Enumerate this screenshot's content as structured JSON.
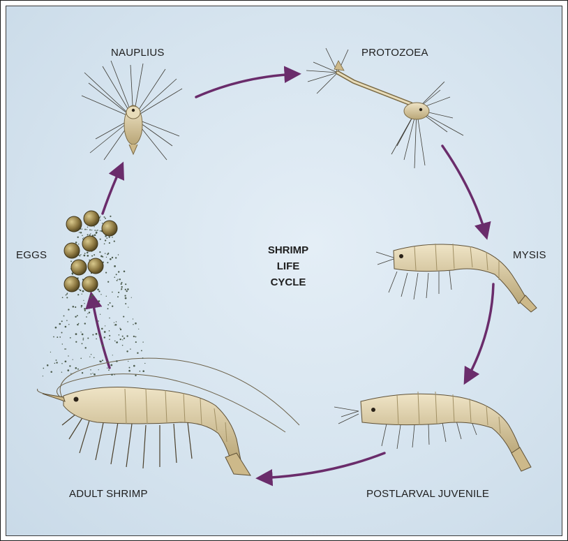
{
  "diagram": {
    "title_lines": [
      "SHRIMP",
      "LIFE",
      "CYCLE"
    ],
    "stages": {
      "nauplius": "NAUPLIUS",
      "protozoea": "PROTOZOEA",
      "mysis": "MYSIS",
      "postlarval": "POSTLARVAL JUVENILE",
      "adult": "ADULT SHRIMP",
      "eggs": "EGGS"
    },
    "colors": {
      "arrow": "#6a2c6b",
      "background": "#d6e4ef",
      "shrimp_body": "#d8c9a4",
      "shrimp_shade": "#9c8a60",
      "egg": "#8f7a43"
    }
  }
}
